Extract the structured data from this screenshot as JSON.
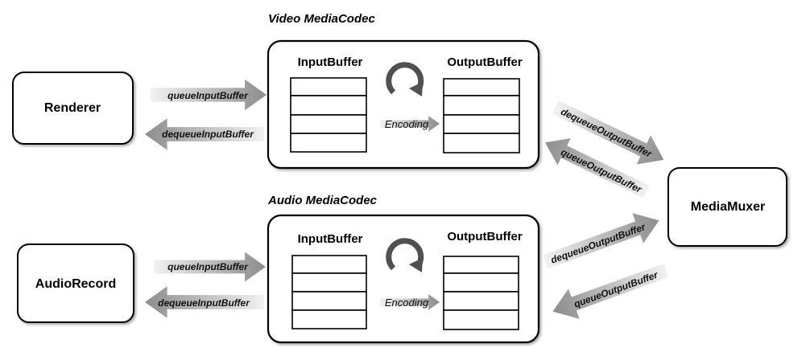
{
  "components": {
    "renderer": "Renderer",
    "audio_record": "AudioRecord",
    "media_muxer": "MediaMuxer"
  },
  "video_codec": {
    "title": "Video MediaCodec",
    "input_buffer": "InputBuffer",
    "output_buffer": "OutputBuffer",
    "encoding": "Encoding"
  },
  "audio_codec": {
    "title": "Audio MediaCodec",
    "input_buffer": "InputBuffer",
    "output_buffer": "OutputBuffer",
    "encoding": "Encoding"
  },
  "flows": {
    "video_queue_input": "queueInputBuffer",
    "video_dequeue_input": "dequeueInputBuffer",
    "video_dequeue_output": "dequeueOutputBuffer",
    "video_queue_output": "queueOutputBuffer",
    "audio_queue_input": "queueInputBuffer",
    "audio_dequeue_input": "dequeueInputBuffer",
    "audio_dequeue_output": "dequeueOutputBuffer",
    "audio_queue_output": "queueOutputBuffer"
  },
  "colors": {
    "arrow_dark": "#8c8c8c",
    "arrow_light": "#f2f2f2",
    "stroke": "#000000"
  }
}
